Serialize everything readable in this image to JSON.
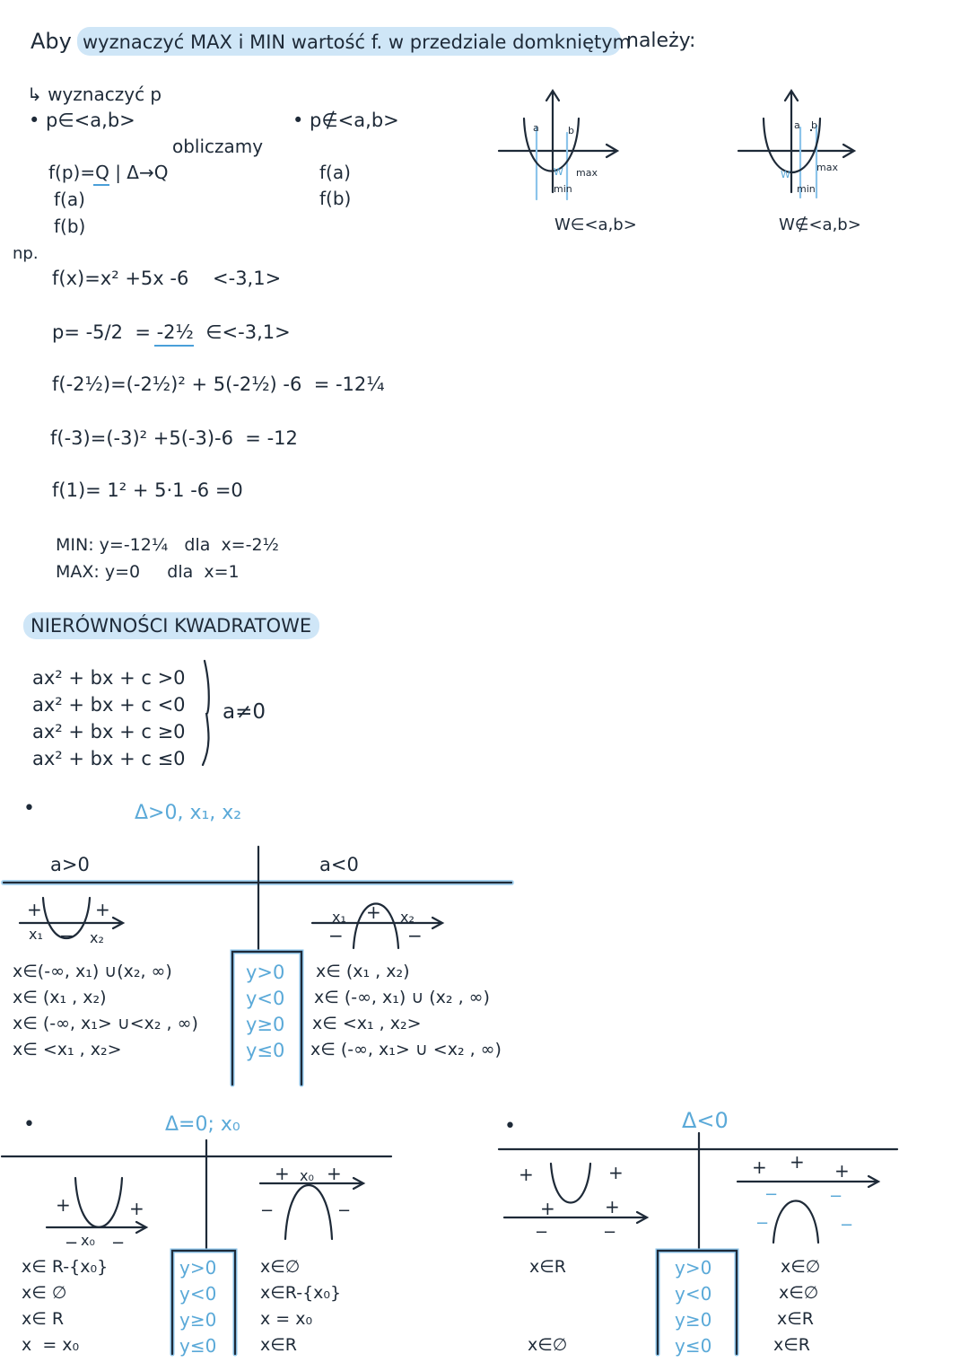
{
  "header": {
    "w1": "Aby",
    "hl": "wyznaczyć MAX i MIN wartość f. w przedziale domkniętym",
    "w2": "należy:"
  },
  "method": {
    "step": "↳ wyznaczyć p",
    "c1": "• p∈<a,b>",
    "c2": "• p∉<a,b>",
    "oblicz": "obliczamy",
    "l1": "f(p)=Q | Δ→Q",
    "l2": "f(a)",
    "l3": "f(b)",
    "r1": "f(a)",
    "r2": "f(b)",
    "g1": {
      "a": "a",
      "b": "b",
      "w": "W",
      "max": "max",
      "min": "min",
      "cap": "W∈<a,b>"
    },
    "g2": {
      "a": "a",
      "b": "b",
      "w": "W",
      "max": "max",
      "min": "min",
      "cap": "W∉<a,b>"
    }
  },
  "example": {
    "np": "np.",
    "f": "f(x)=x² +5x -6    <-3,1>",
    "p": "p= -5/2  = -2½  ∈<-3,1>",
    "fp": "f(-2½)=(-2½)² + 5(-2½) -6  = -12¼",
    "fa": "f(-3)=(-3)² +5(-3)-6  = -12",
    "fb": "f(1)= 1² + 5·1 -6 =0",
    "min": "MIN: y=-12¼   dla  x=-2½",
    "max": "MAX: y=0     dla  x=1"
  },
  "section": {
    "title": "NIERÓWNOŚCI KWADRATOWE"
  },
  "ineq": {
    "lines": [
      "ax² + bx + c >0",
      "ax² + bx + c <0",
      "ax² + bx + c ≥0",
      "ax² + bx + c ≤0"
    ],
    "cond": "a≠0"
  },
  "case1": {
    "bullet": "•",
    "title": "Δ>0, x₁, x₂",
    "a_pos": "a>0",
    "a_neg": "a<0",
    "left": [
      "x∈(-∞, x₁) ∪(x₂, ∞)",
      "x∈ (x₁ , x₂)",
      "x∈ (-∞, x₁> ∪<x₂ , ∞)",
      "x∈ <x₁ , x₂>"
    ],
    "mid": [
      "y>0",
      "y<0",
      "y≥0",
      "y≤0"
    ],
    "right": [
      "x∈ (x₁ , x₂)",
      "x∈ (-∞, x₁) ∪ (x₂ , ∞)",
      "x∈ <x₁ , x₂>",
      "x∈ (-∞, x₁> ∪ <x₂ , ∞)"
    ],
    "glabels": {
      "plus": "+",
      "minus": "−",
      "x1": "x₁",
      "x2": "x₂"
    }
  },
  "case2": {
    "bullet": "•",
    "title": "Δ=0; x₀",
    "left": [
      "x∈ R-{x₀}",
      "x∈ ∅",
      "x∈ R",
      "x  = x₀"
    ],
    "mid": [
      "y>0",
      "y<0",
      "y≥0",
      "y≤0"
    ],
    "right": [
      "x∈∅",
      "x∈R-{x₀}",
      "x = x₀",
      "x∈R"
    ],
    "glabels": {
      "plus": "+",
      "minus": "−",
      "x0": "x₀"
    }
  },
  "case3": {
    "bullet": "•",
    "title": "Δ<0",
    "left1": "x∈R",
    "left4": "x∈∅",
    "mid": [
      "y>0",
      "y<0",
      "y≥0",
      "y≤0"
    ],
    "right": [
      "x∈∅",
      "x∈∅",
      "x∈R",
      "x∈R"
    ],
    "glabels": {
      "plus": "+",
      "minus": "−"
    }
  }
}
